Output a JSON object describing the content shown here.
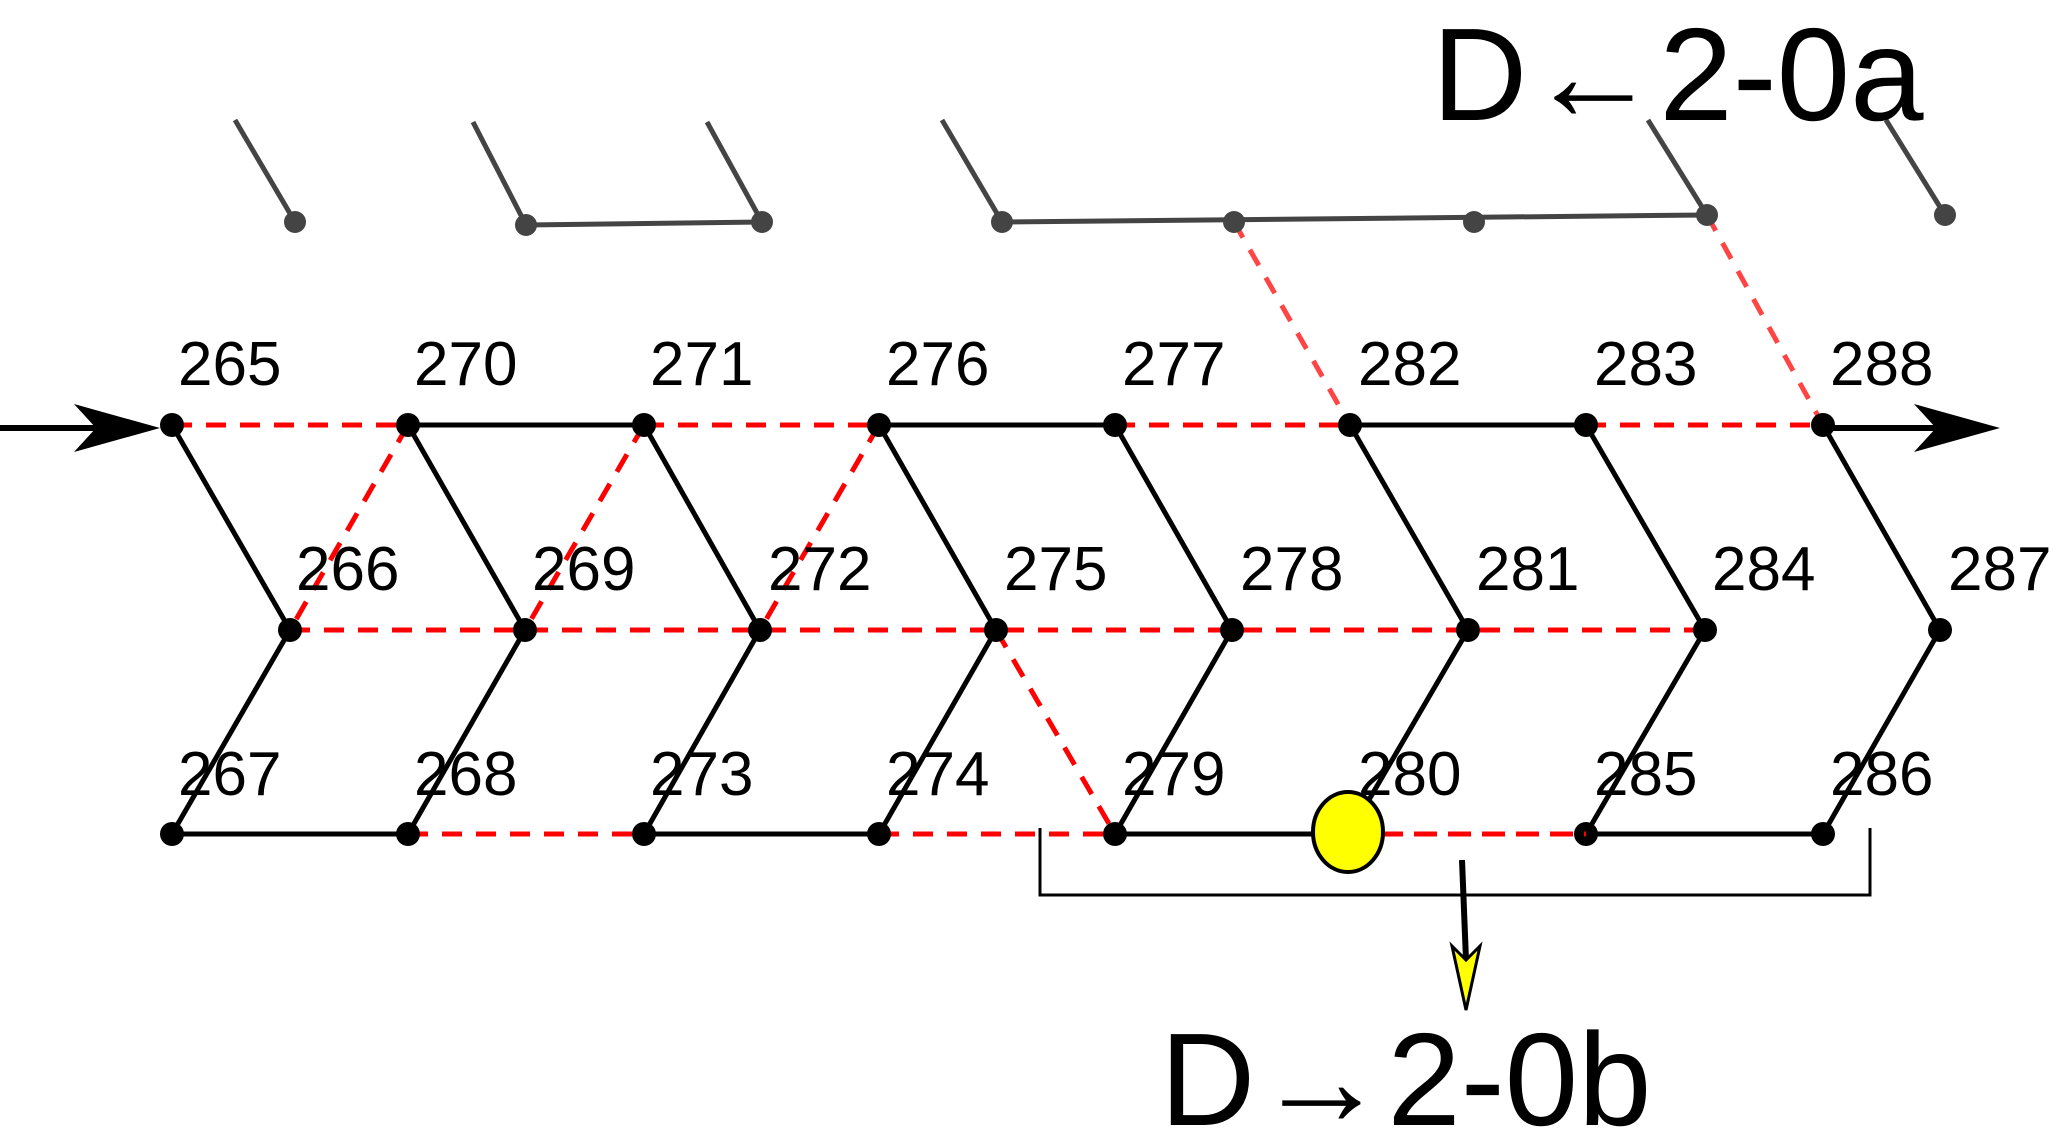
{
  "diagram": {
    "labels": {
      "top_right": "D←2-0a",
      "bottom": "D→2-0b"
    },
    "node_numbers": {
      "top_row": [
        "265",
        "270",
        "271",
        "276",
        "277",
        "282",
        "283",
        "288"
      ],
      "middle_row": [
        "266",
        "269",
        "272",
        "275",
        "278",
        "281",
        "284",
        "287"
      ],
      "bottom_row": [
        "267",
        "268",
        "273",
        "274",
        "279",
        "280",
        "285",
        "286"
      ]
    },
    "colors": {
      "solid_line": "#000000",
      "dashed_line": "#ff0000",
      "upper_structure": "#444444",
      "upper_dashed": "#ff4444",
      "marker_fill": "#ffff00",
      "arrow_fill": "#ffff00"
    },
    "icons": {
      "marker": "yellow-circle",
      "flow_arrows": "arrow-right",
      "output_arrow": "arrow-down"
    }
  }
}
